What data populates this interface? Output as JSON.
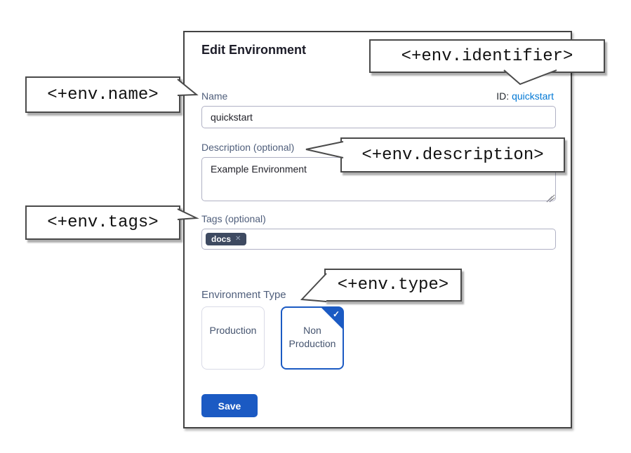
{
  "dialog": {
    "title": "Edit Environment",
    "name_field": {
      "label": "Name",
      "value": "quickstart"
    },
    "identifier_field": {
      "label": "ID:",
      "value": "quickstart"
    },
    "description_field": {
      "label": "Description (optional)",
      "value": "Example Environment"
    },
    "tags_field": {
      "label": "Tags (optional)",
      "tags": [
        "docs"
      ],
      "remove_icon": "✕"
    },
    "environment_type": {
      "label": "Environment Type",
      "check_icon": "✓",
      "options": [
        {
          "label": "Production",
          "selected": false
        },
        {
          "label": "Non Production",
          "selected": true
        }
      ]
    },
    "save_button_label": "Save"
  },
  "callouts": {
    "name": "<+env.name>",
    "identifier": "<+env.identifier>",
    "description": "<+env.description>",
    "tags": "<+env.tags>",
    "type": "<+env.type>"
  },
  "colors": {
    "primary_button_blue": "#1b5ac3",
    "selected_card_blue": "#1b5ac3",
    "link_blue": "#0278d5",
    "tag_chip_background": "#3e4a61",
    "label_slate": "#4f5e7b",
    "panel_border": "#434343"
  }
}
